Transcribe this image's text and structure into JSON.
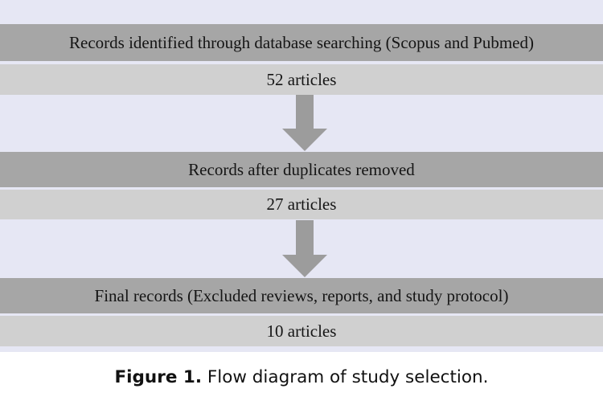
{
  "steps": [
    {
      "title": "Records identified through database searching (Scopus and Pubmed)",
      "count": "52 articles"
    },
    {
      "title": "Records after duplicates removed",
      "count": "27 articles"
    },
    {
      "title": "Final records (Excluded reviews, reports, and study protocol)",
      "count": "10 articles"
    }
  ],
  "caption": {
    "label": "Figure 1.",
    "text": "Flow diagram of study selection."
  },
  "colors": {
    "panel_background": "#e6e7f4",
    "title_band": "#a6a6a6",
    "count_band": "#d0d0d0",
    "arrow": "#9c9c9c"
  }
}
